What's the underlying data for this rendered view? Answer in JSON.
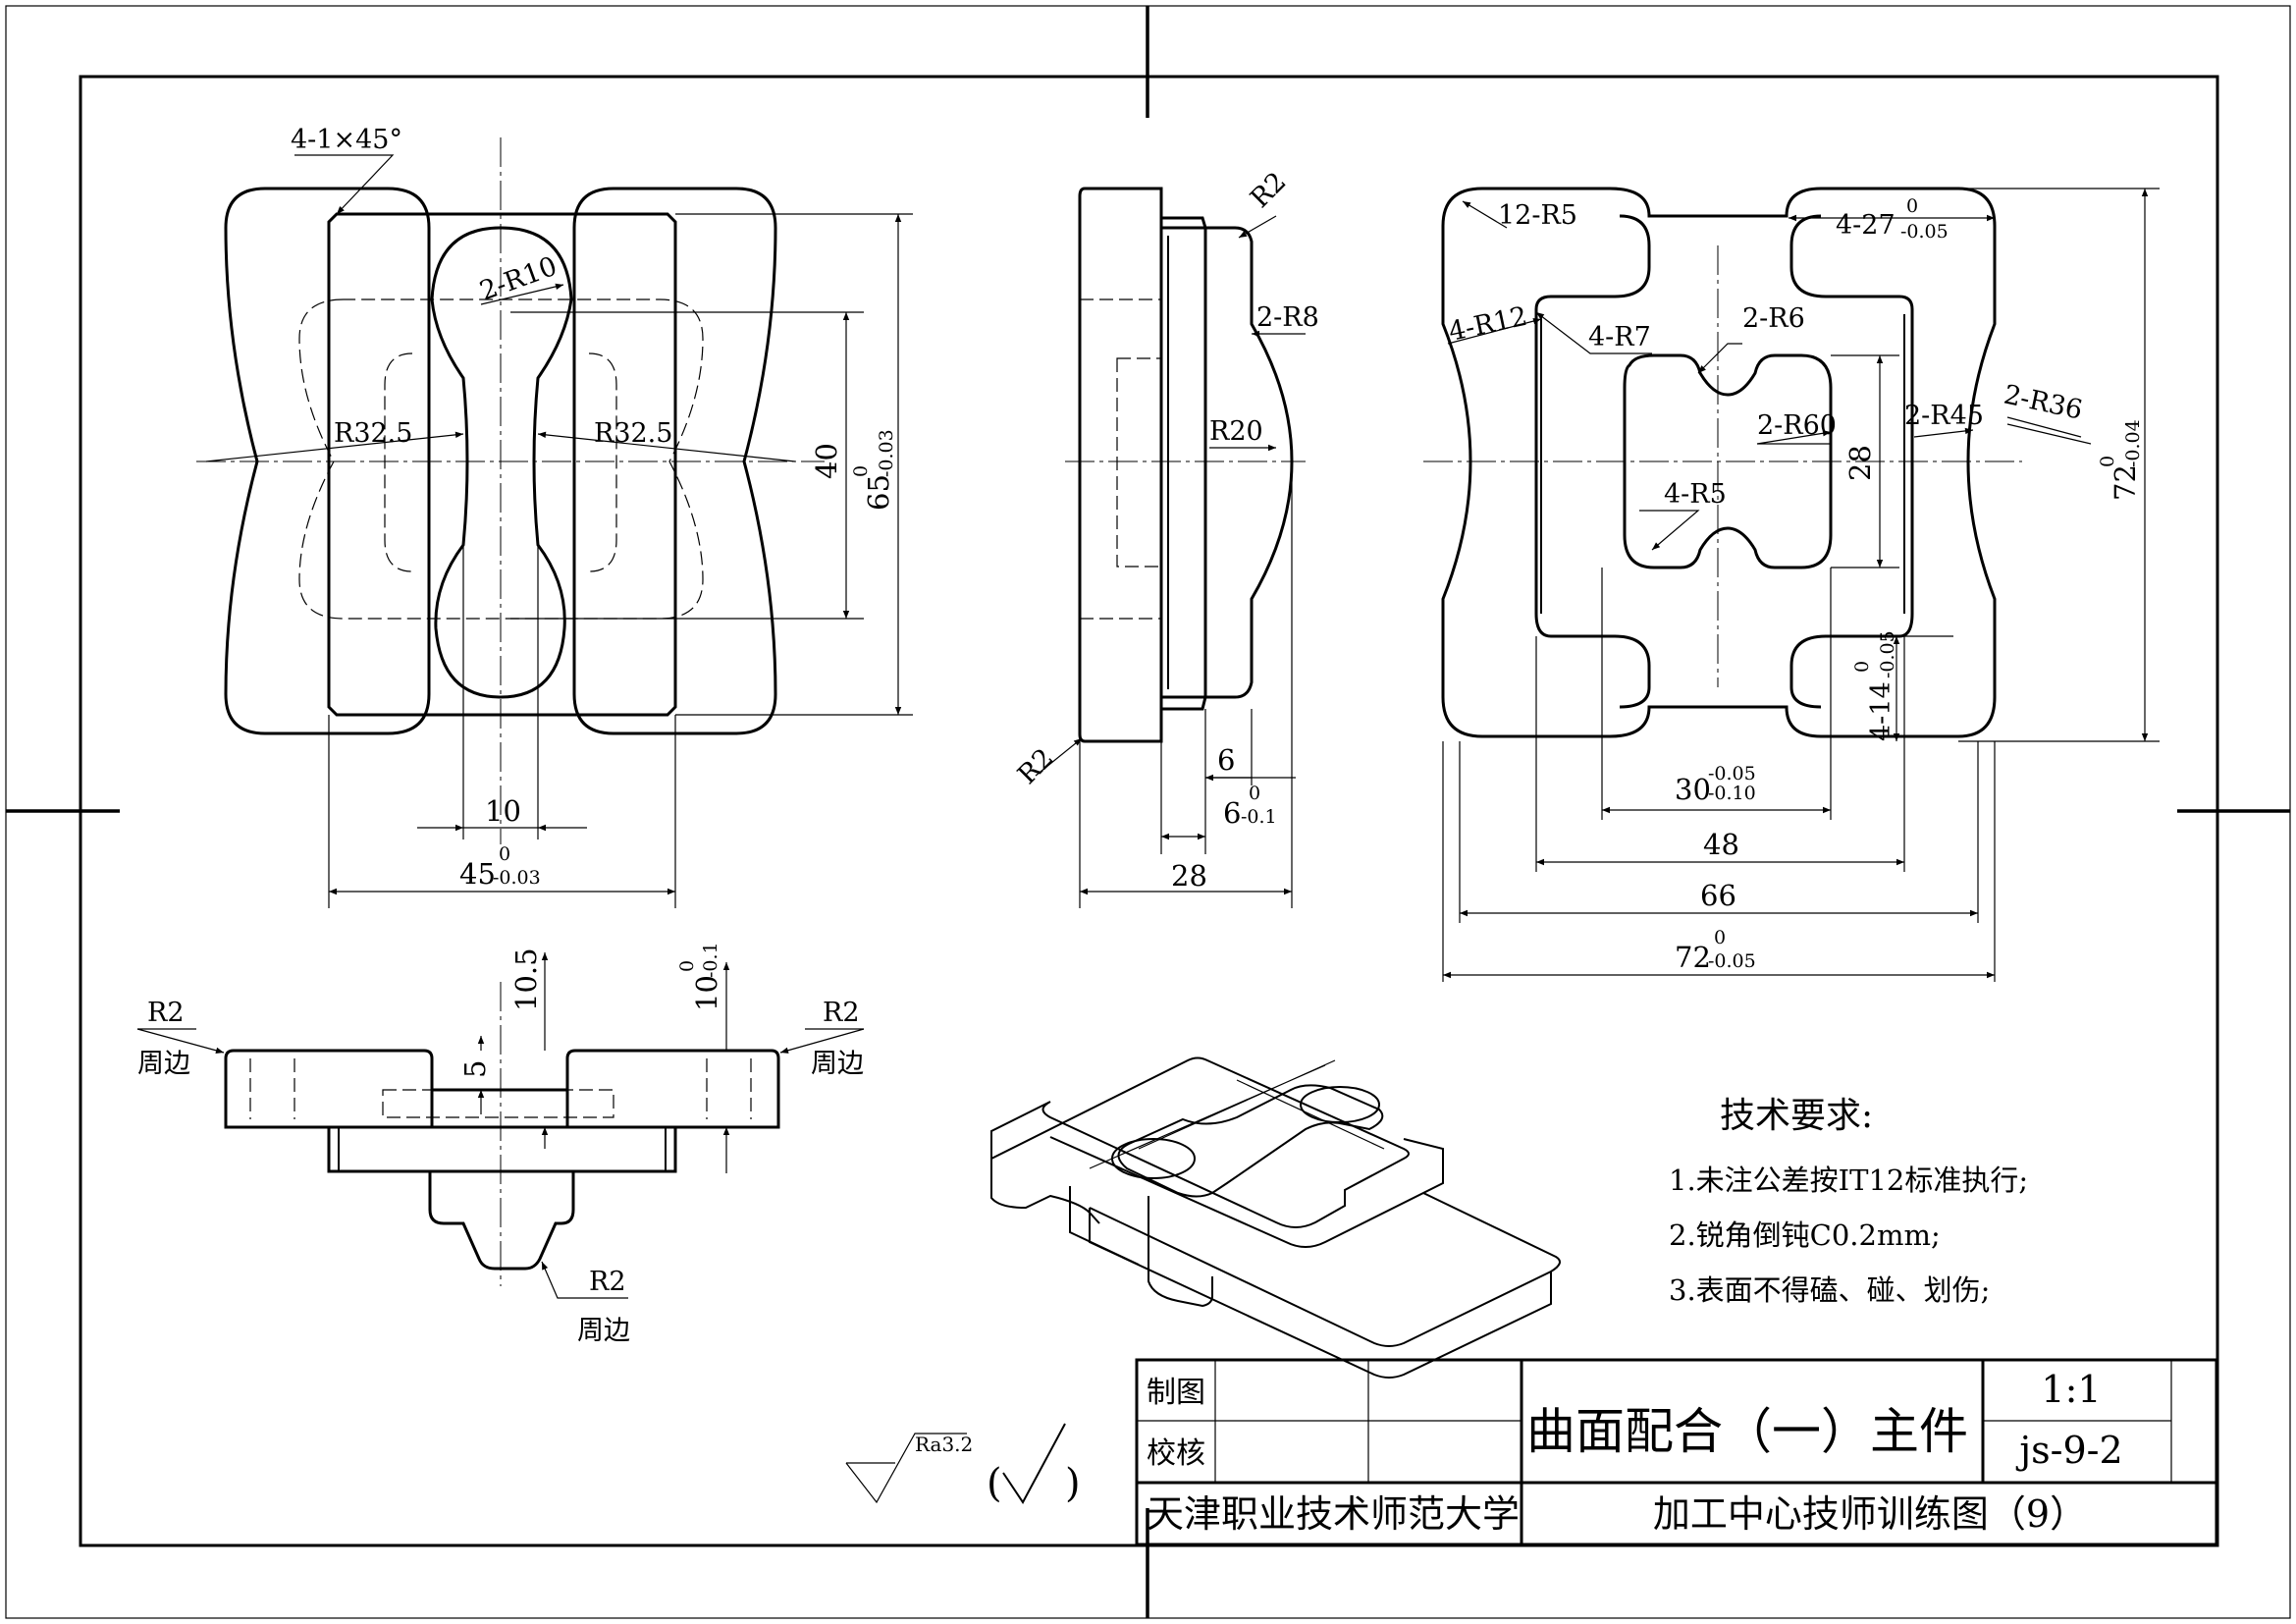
{
  "front_view": {
    "chamfer": "4-1×45°",
    "r10": "2-R10",
    "r32_left": "R32.5",
    "r32_right": "R32.5",
    "dim_40": "40",
    "dim_65": "65",
    "dim_65_tol": "-0.03",
    "dim_65_up": "0",
    "dim_10": "10",
    "dim_45": "45",
    "dim_45_tol": "-0.03",
    "dim_45_up": "0"
  },
  "side_view": {
    "r2_top": "R2",
    "r8": "2-R8",
    "r20": "R20",
    "r2_bottom": "R2",
    "dim_6": "6",
    "dim_6b": "6",
    "dim_6b_tol": "-0.1",
    "dim_6b_up": "0",
    "dim_28": "28"
  },
  "right_view": {
    "r5": "12-R5",
    "dim_27": "4-27",
    "dim_27_tol": "-0.05",
    "dim_27_up": "0",
    "r12": "4-R12",
    "r7": "4-R7",
    "r6": "2-R6",
    "r60": "2-R60",
    "r45": "2-R45",
    "r36": "2-R36",
    "r5b": "4-R5",
    "dim_28": "28",
    "dim_72v": "72",
    "dim_72v_tol": "-0.04",
    "dim_72v_up": "0",
    "dim_14": "4-14",
    "dim_14_tol": "-0.05",
    "dim_14_up": "0",
    "dim_30": "30",
    "dim_30_tol_lo": "-0.10",
    "dim_30_tol_hi": "-0.05",
    "dim_48": "48",
    "dim_66": "66",
    "dim_72h": "72",
    "dim_72h_tol": "-0.05",
    "dim_72h_up": "0"
  },
  "section_view": {
    "r2_left": "R2",
    "edge_left": "周边",
    "r2_right": "R2",
    "edge_right": "周边",
    "r2_bottom": "R2",
    "edge_bottom": "周边",
    "dim_10_5": "10.5",
    "dim_10": "10",
    "dim_10_tol": "-0.1",
    "dim_10_up": "0",
    "dim_5": "5"
  },
  "tech_requirements": {
    "title": "技术要求:",
    "items": [
      "1.未注公差按IT12标准执行;",
      "2.锐角倒钝C0.2mm;",
      "3.表面不得磕、碰、划伤;"
    ]
  },
  "surface_finish": {
    "ra": "Ra3.2",
    "paren_open": "(",
    "paren_close": ")"
  },
  "title_block": {
    "drawn_by": "制图",
    "checked_by": "校核",
    "part_name": "曲面配合（一）主件",
    "scale": "1:1",
    "drawing_no": "js-9-2",
    "school": "天津职业技术师范大学",
    "project": "加工中心技师训练图（9）"
  }
}
